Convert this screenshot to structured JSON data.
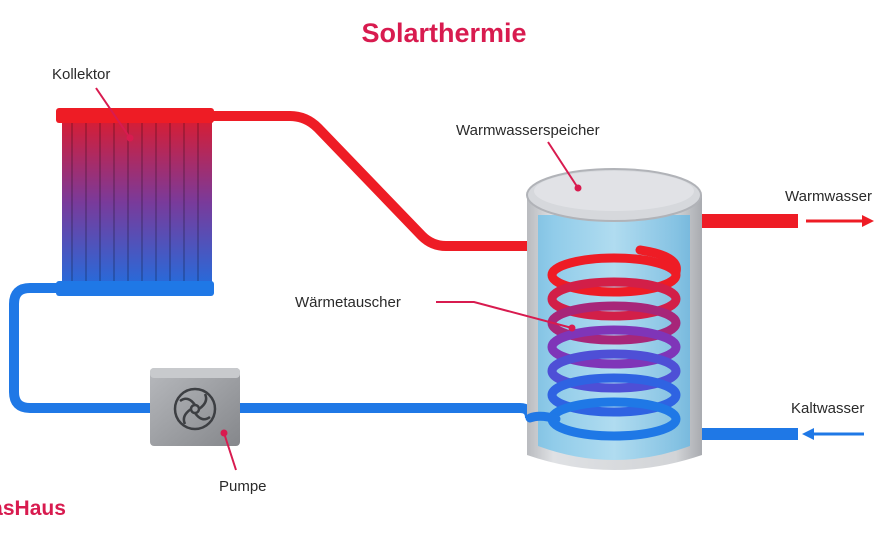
{
  "title": "Solarthermie",
  "colors": {
    "accent": "#d81b4f",
    "hot_pipe": "#ee1c25",
    "cold_pipe": "#1f78e6",
    "tank_body": "#c9cbcf",
    "tank_water": "#8fd0ee",
    "pump_body": "#9a9ca0"
  },
  "labels": {
    "collector": "Kollektor",
    "storage_tank": "Warmwasserspeicher",
    "hot_water": "Warmwasser",
    "heat_exchanger": "Wärmetauscher",
    "cold_water": "Kaltwasser",
    "pump": "Pumpe"
  },
  "brand": "DasHaus",
  "icons": {
    "pump": "pump-fan-icon",
    "hot_arrow": "arrow-right-icon",
    "cold_arrow": "arrow-left-icon"
  }
}
